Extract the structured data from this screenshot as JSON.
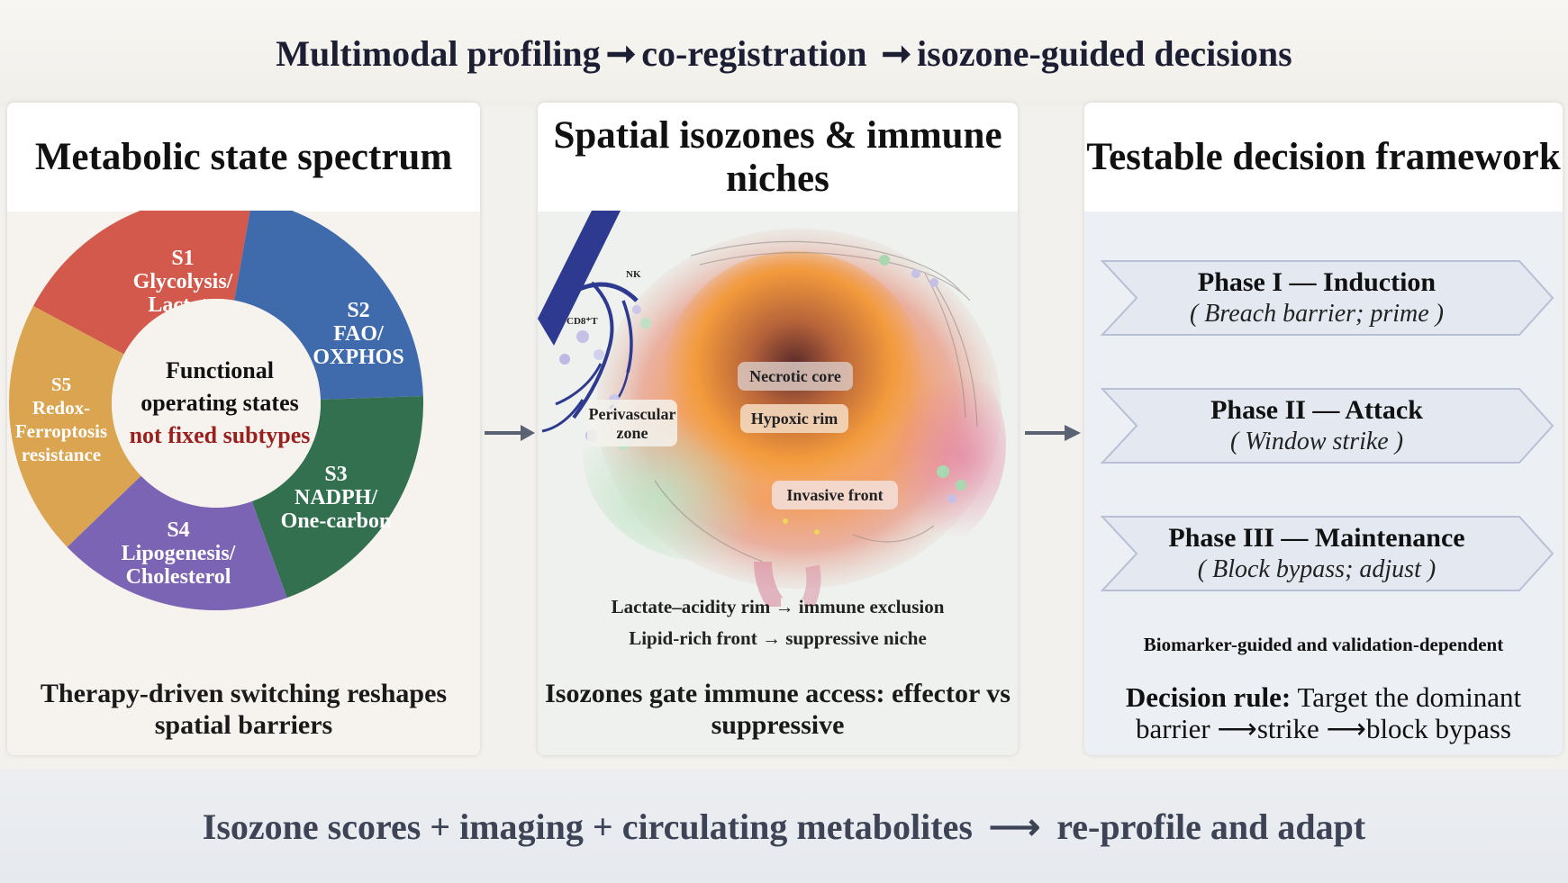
{
  "header": {
    "parts": [
      "Multimodal profiling",
      "co-registration",
      "isozone-guided decisions"
    ]
  },
  "panel1": {
    "title": "Metabolic state spectrum",
    "segments": [
      {
        "id": "S1",
        "label": "Glycolysis/\nLactate",
        "color": "#d2594c"
      },
      {
        "id": "S2",
        "label": "FAO/\nOXPHOS",
        "color": "#3f6aab"
      },
      {
        "id": "S3",
        "label": "NADPH/\nOne-carbon",
        "color": "#33704f"
      },
      {
        "id": "S4",
        "label": "Lipogenesis/\nCholesterol",
        "color": "#7c64b4"
      },
      {
        "id": "S5",
        "label": "Redox-\nFerroptosis\nresistance",
        "color": "#dba450"
      }
    ],
    "center_line1": "Functional",
    "center_line2": "operating states",
    "center_line3": "not fixed subtypes",
    "center_accent": "#9a1f1f",
    "footer": "Therapy-driven switching reshapes spatial barriers"
  },
  "panel2": {
    "title": "Spatial isozones & immune niches",
    "labels": {
      "nk": "NK",
      "cd8": "CD8⁺T",
      "perivascular": "Perivascular zone",
      "necrotic": "Necrotic core",
      "hypoxic": "Hypoxic rim",
      "invasive": "Invasive front"
    },
    "legend1": "Lactate–acidity rim → immune exclusion",
    "legend2": "Lipid-rich front → suppressive niche",
    "footer": "Isozones gate immune access: effector vs suppressive"
  },
  "panel3": {
    "title": "Testable decision framework",
    "phases": [
      {
        "title": "Phase I — Induction",
        "sub": "( Breach barrier; prime )"
      },
      {
        "title": "Phase II — Attack",
        "sub": "( Window strike )"
      },
      {
        "title": "Phase III — Maintenance",
        "sub": "( Block bypass; adjust )"
      }
    ],
    "note": "Biomarker-guided and validation-dependent",
    "rule_label": "Decision rule:",
    "rule_text1": "Target the dominant",
    "rule_parts": [
      "barrier",
      "strike",
      "block bypass"
    ]
  },
  "footer": {
    "parts": [
      "Isozone scores + imaging + circulating metabolites",
      "re-profile and adapt"
    ]
  },
  "colors": {
    "arrow": "#5a6274",
    "phase_fill": "#e4e8f1",
    "phase_stroke": "#b7c0d4"
  }
}
